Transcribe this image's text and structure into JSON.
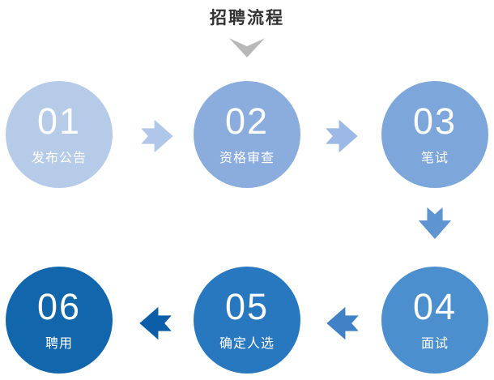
{
  "title": {
    "text": "招聘流程",
    "color": "#333333",
    "pointer_icon": "chevron-down",
    "pointer_color": "#b8b8b8"
  },
  "background": "#ffffff",
  "step_text_color": "#ffffff",
  "steps": [
    {
      "number": "01",
      "label": "发布公告",
      "color": "#b6cbe8"
    },
    {
      "number": "02",
      "label": "资格审查",
      "color": "#8badde"
    },
    {
      "number": "03",
      "label": "笔试",
      "color": "#7da6da"
    },
    {
      "number": "04",
      "label": "面试",
      "color": "#4b8fce"
    },
    {
      "number": "05",
      "label": "确定人选",
      "color": "#2878c0"
    },
    {
      "number": "06",
      "label": "聘用",
      "color": "#1266ab"
    }
  ],
  "arrows": [
    {
      "from": "01",
      "to": "02",
      "direction": "right",
      "color": "#b0c7ea"
    },
    {
      "from": "02",
      "to": "03",
      "direction": "right",
      "color": "#9cb8e4"
    },
    {
      "from": "03",
      "to": "04",
      "direction": "down",
      "color": "#5d94d1"
    },
    {
      "from": "04",
      "to": "05",
      "direction": "left",
      "color": "#4182c6"
    },
    {
      "from": "05",
      "to": "06",
      "direction": "left",
      "color": "#0d5ea8"
    }
  ]
}
